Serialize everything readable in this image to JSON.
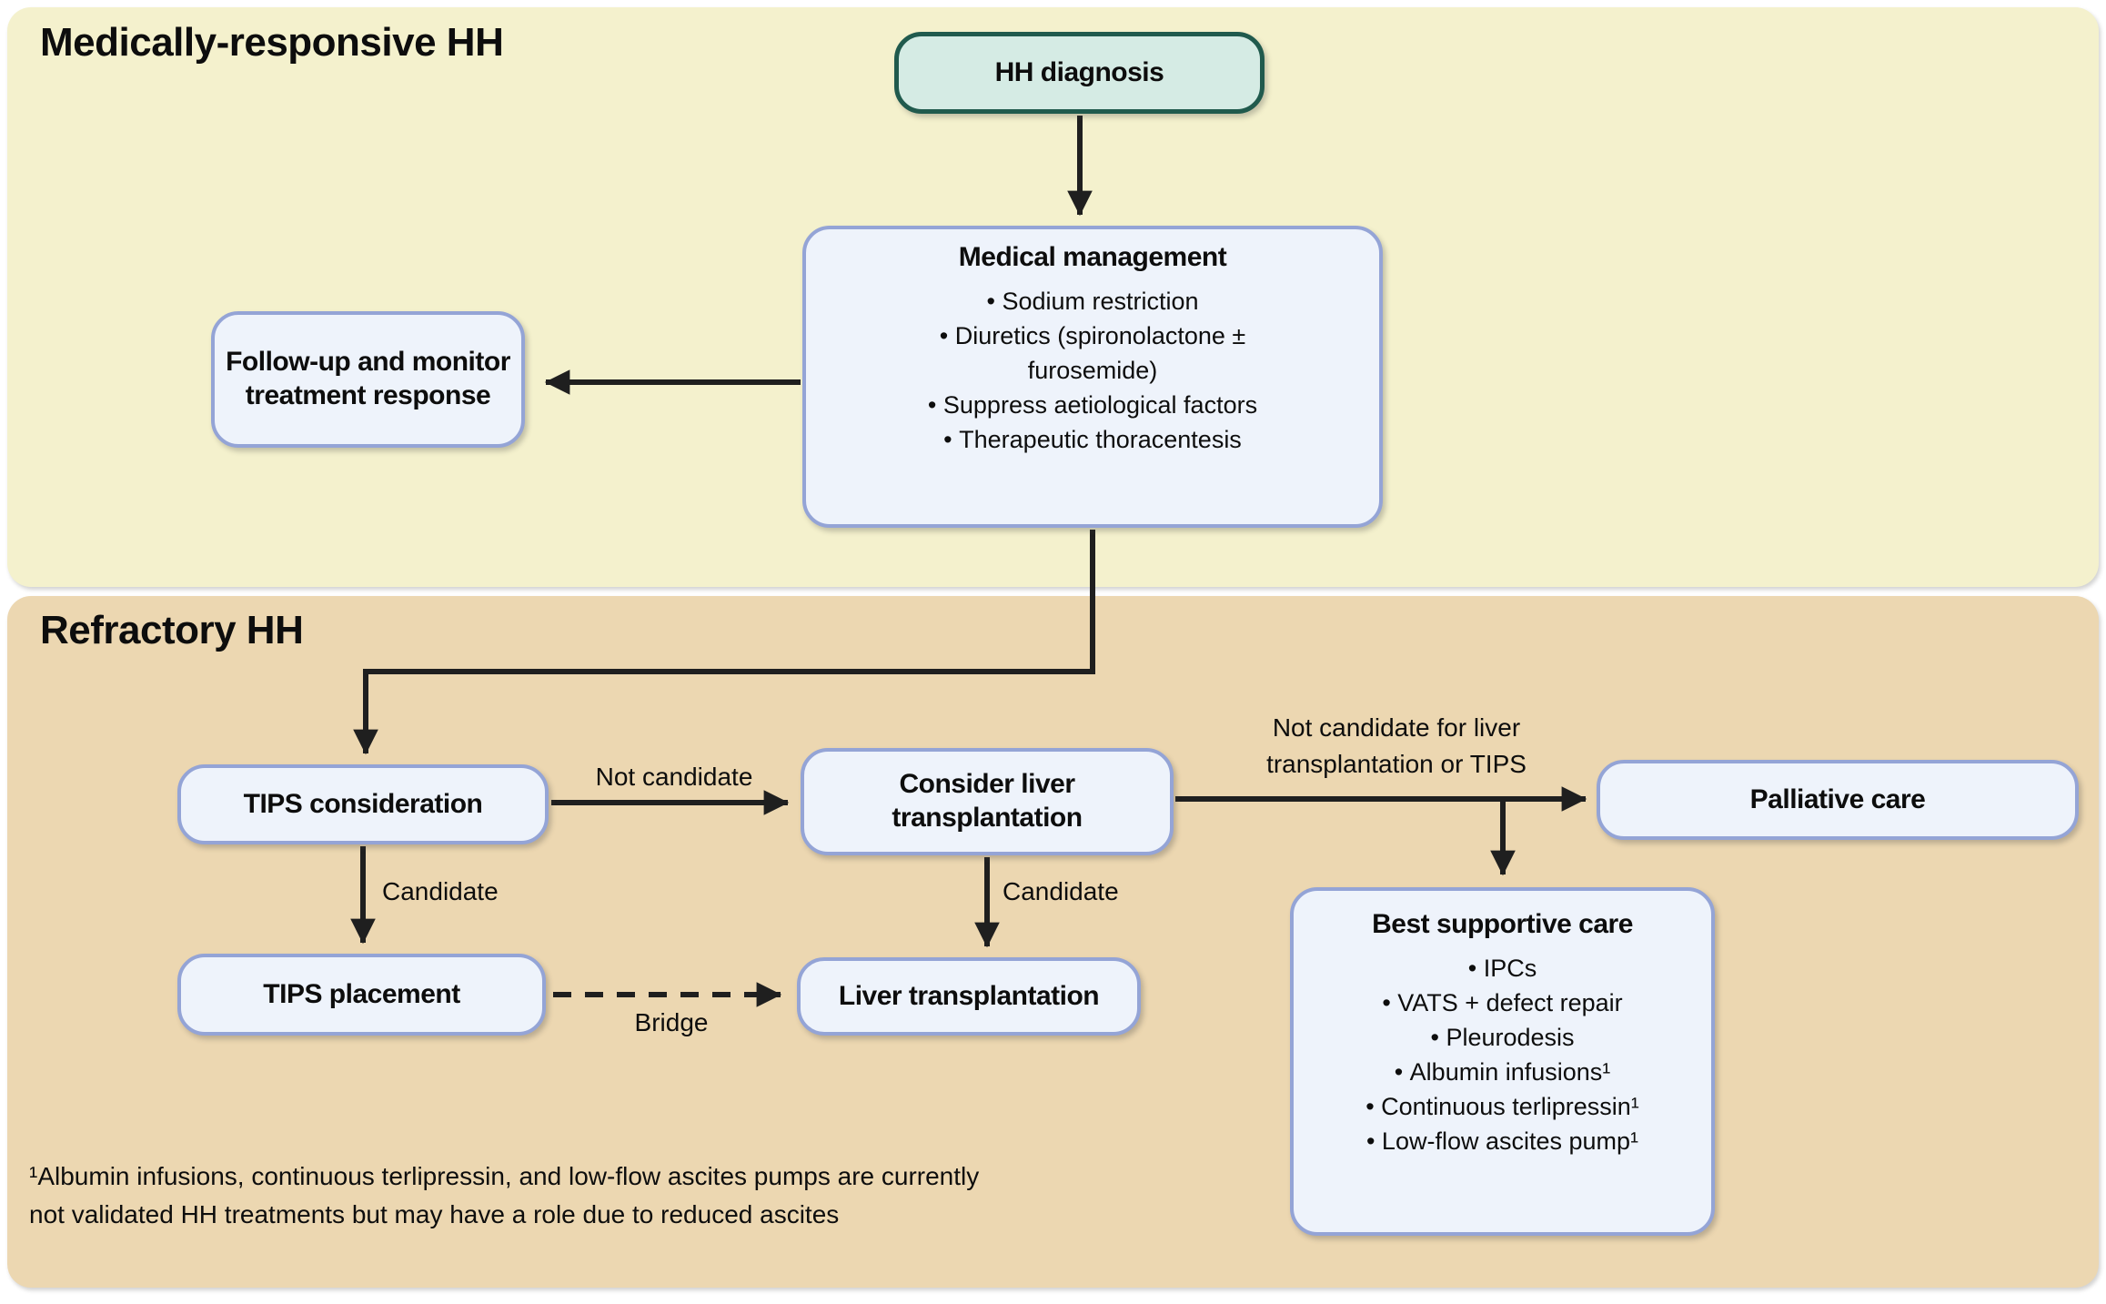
{
  "sections": {
    "responsive": {
      "title": "Medically-responsive HH"
    },
    "refractory": {
      "title": "Refractory HH"
    }
  },
  "nodes": {
    "hh_diagnosis": {
      "label": "HH diagnosis"
    },
    "medical_management": {
      "title": "Medical management",
      "items": [
        "Sodium restriction",
        "Diuretics (spironolactone ± furosemide)",
        "Suppress aetiological factors",
        "Therapeutic thoracentesis"
      ]
    },
    "follow_up": {
      "label": "Follow-up and monitor treatment response"
    },
    "tips_consideration": {
      "label": "TIPS consideration"
    },
    "tips_placement": {
      "label": "TIPS placement"
    },
    "consider_liver_transplantation": {
      "label": "Consider liver transplantation"
    },
    "liver_transplantation": {
      "label": "Liver transplantation"
    },
    "palliative_care": {
      "label": "Palliative care"
    },
    "best_supportive_care": {
      "title": "Best supportive care",
      "items": [
        "IPCs",
        "VATS + defect repair",
        "Pleurodesis",
        "Albumin infusions¹",
        "Continuous terlipressin¹",
        "Low-flow ascites pump¹"
      ]
    }
  },
  "edge_labels": {
    "not_candidate": "Not candidate",
    "candidate_tips": "Candidate",
    "candidate_liver": "Candidate",
    "bridge": "Bridge",
    "not_candidate_liver_or_tips": "Not candidate for liver transplantation or TIPS"
  },
  "footnote": "¹Albumin infusions, continuous terlipressin, and low-flow ascites pumps are currently not validated HH treatments but may have a role due to reduced ascites",
  "colors": {
    "section_responsive_bg": "#f4f1cd",
    "section_refractory_bg": "#ecd7b1",
    "node_bg": "#eef3fb",
    "node_border": "#94a4d6",
    "diagnosis_bg": "#d5ebe4",
    "diagnosis_border": "#205a4d",
    "arrow": "#1f1f1f",
    "text": "#0d0d0d"
  }
}
